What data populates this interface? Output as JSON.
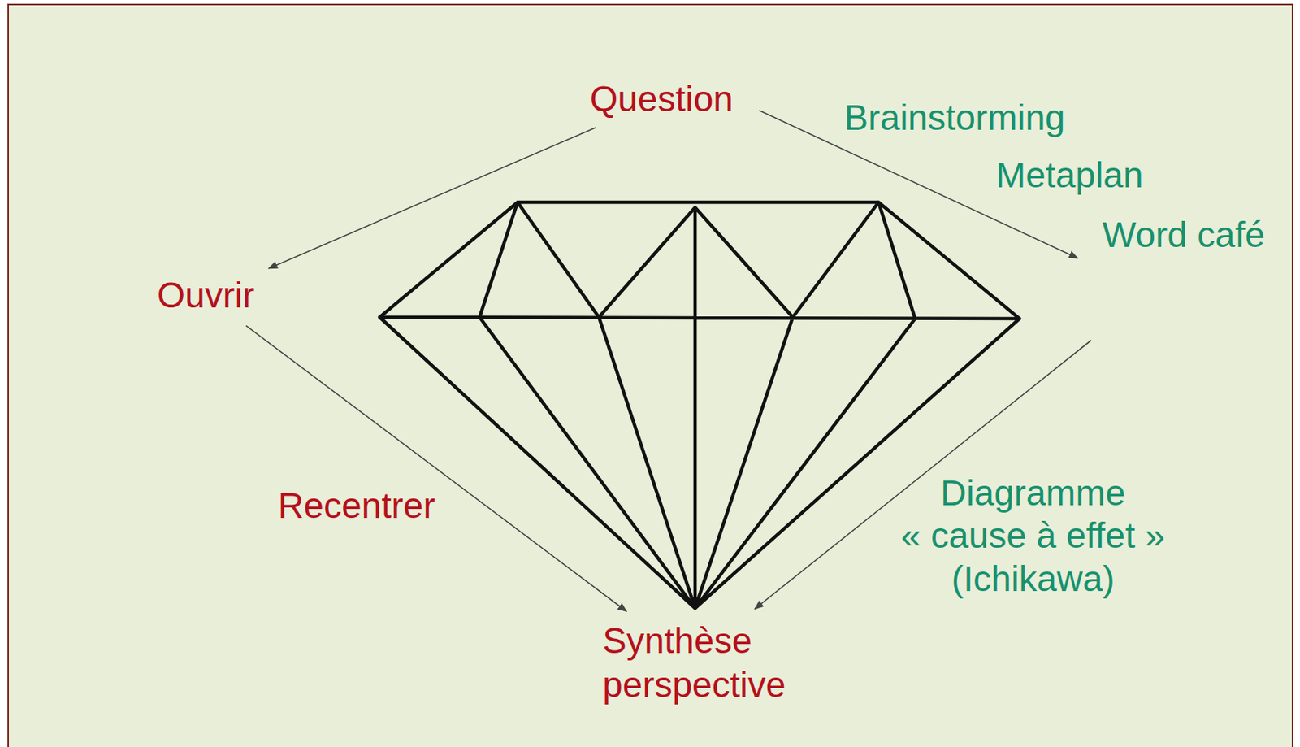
{
  "diagram": {
    "nodes": [
      {
        "text": [
          "Question"
        ]
      },
      {
        "text": [
          "Ouvrir"
        ]
      },
      {
        "text": [
          "Synthèse perspective"
        ]
      }
    ],
    "edges": [
      {
        "from": 0,
        "to": 1,
        "arrow": "to"
      },
      {
        "from": 1,
        "to": 2,
        "label": "Recentrer",
        "arrow": "to"
      }
    ],
    "labels": [
      "Brainstorming",
      "Metaplan",
      "Word café",
      "Diagramme « cause à effet » (Ichikawa)"
    ]
  }
}
